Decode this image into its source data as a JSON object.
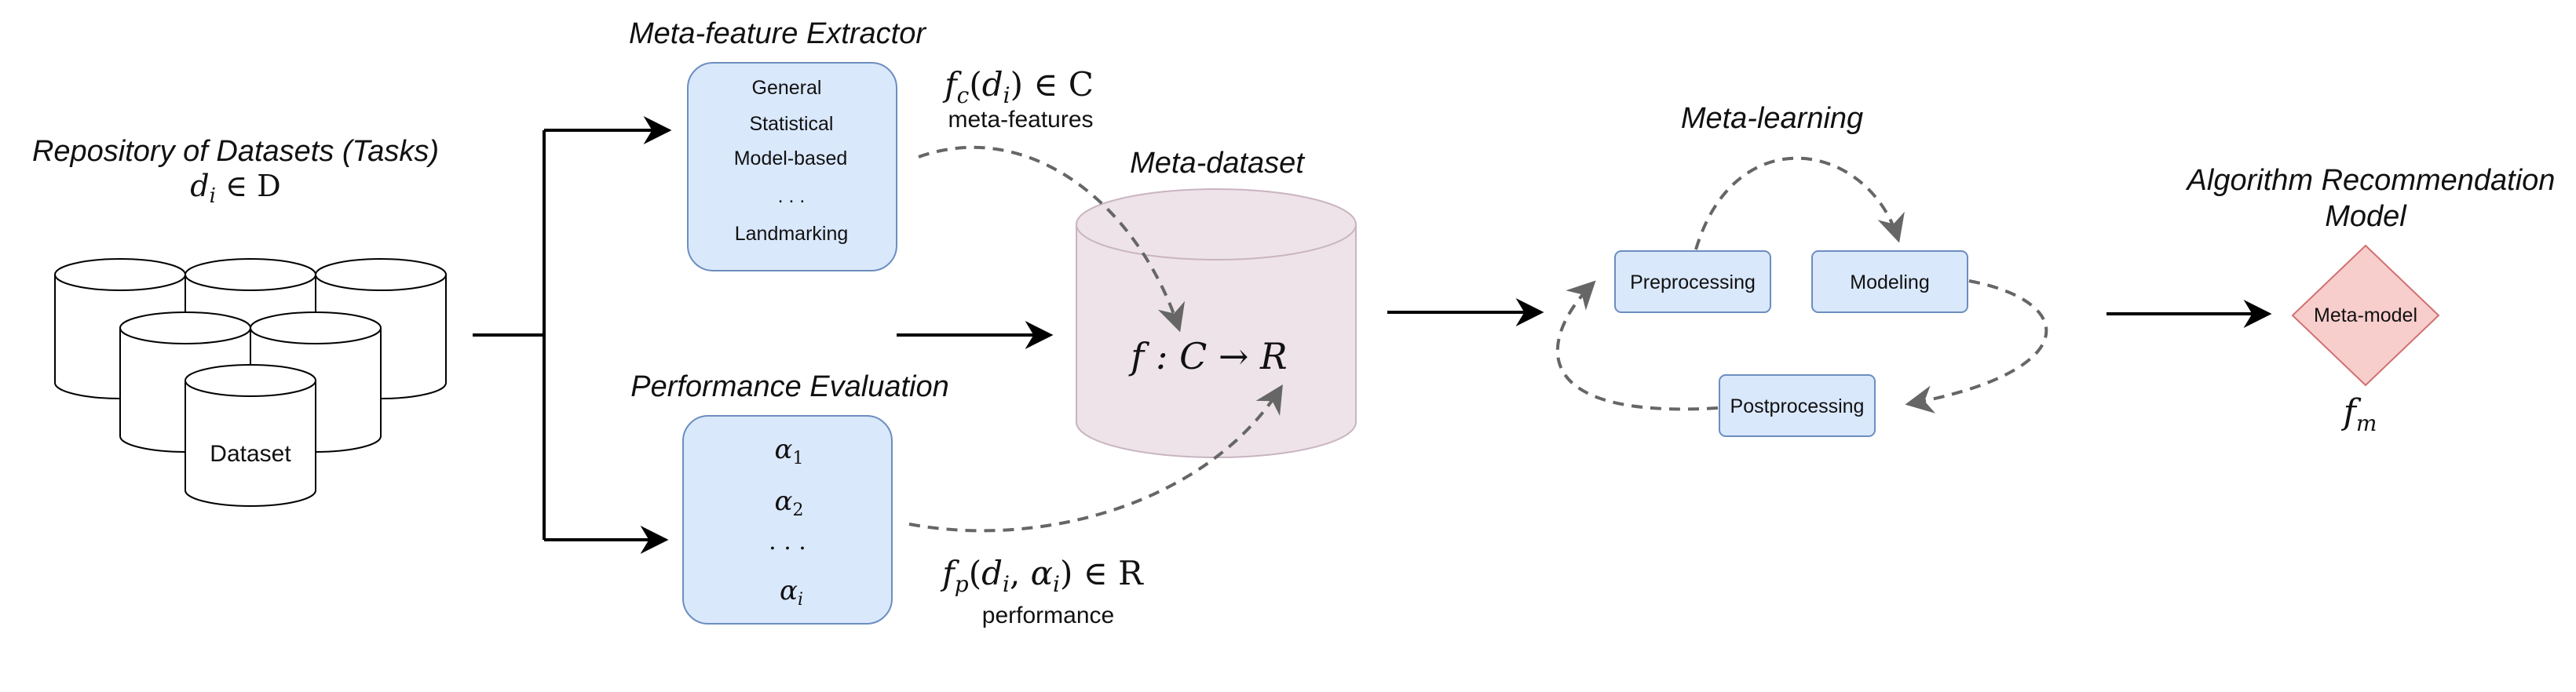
{
  "repository": {
    "title": "Repository of Datasets (Tasks)",
    "math_var": "d",
    "math_sub": "i",
    "math_rel": " ∈ D",
    "dataset_label": "Dataset"
  },
  "extractor": {
    "title": "Meta-feature Extractor",
    "items": [
      "General",
      "Statistical",
      "Model-based",
      ". . .",
      "Landmarking"
    ],
    "formula": {
      "f": "f",
      "sub": "c",
      "arg_var": "d",
      "arg_sub": "i",
      "rest": " ∈ C"
    },
    "caption": "meta-features"
  },
  "evaluation": {
    "title": "Performance Evaluation",
    "items": [
      {
        "var": "α",
        "sub": "1"
      },
      {
        "var": "α",
        "sub": "2"
      },
      {
        "var": ". . .",
        "sub": ""
      },
      {
        "var": "α",
        "sub": "i"
      }
    ],
    "formula": {
      "f": "f",
      "sub": "p",
      "arg": "d",
      "arg_sub": "i",
      "arg2": "α",
      "arg2_sub": "i",
      "rest": " ∈ R"
    },
    "caption": "performance"
  },
  "meta_dataset": {
    "title": "Meta-dataset",
    "formula": "f : C → R"
  },
  "meta_learning": {
    "title": "Meta-learning",
    "steps": {
      "preprocessing": "Preprocessing",
      "modeling": "Modeling",
      "postprocessing": "Postprocessing"
    }
  },
  "recommendation": {
    "title_line1": "Algorithm Recommendation",
    "title_line2": "Model",
    "node_label": "Meta-model",
    "formula_var": "f",
    "formula_sub": "m"
  },
  "colors": {
    "box_fill": "#dae8fc",
    "box_stroke": "#6c8ebf",
    "cylinder_fill": "#ede3e8",
    "cylinder_stroke": "#c9b4c0",
    "diamond_fill": "#f8cecc",
    "diamond_stroke": "#d07070",
    "dash": "#666666"
  }
}
